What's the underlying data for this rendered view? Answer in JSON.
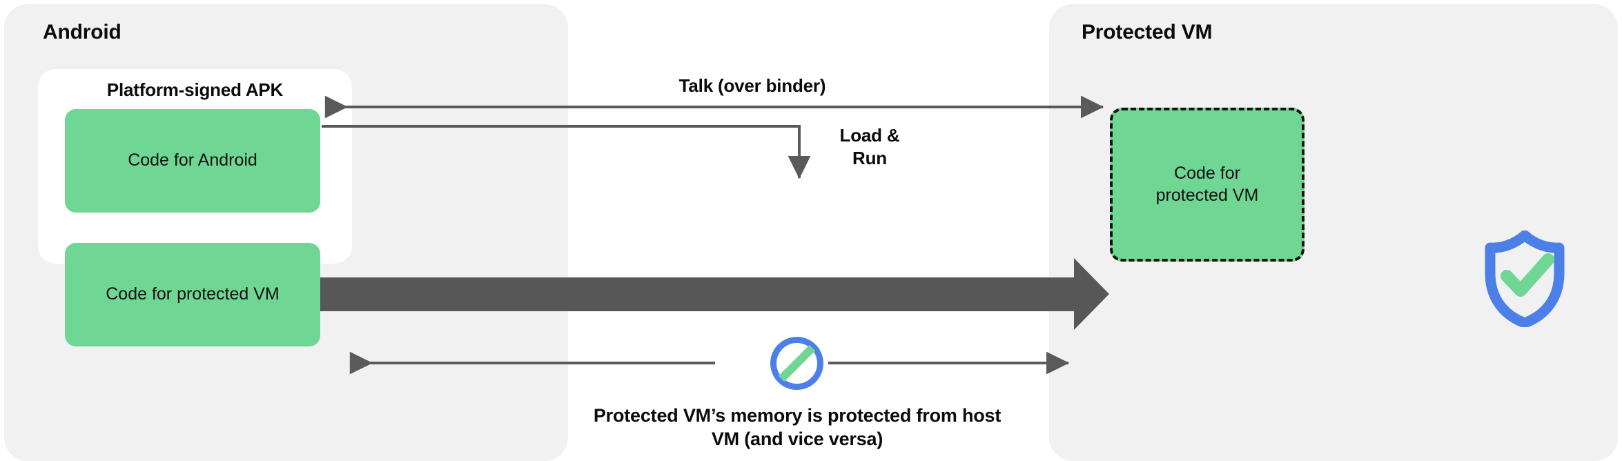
{
  "diagram": {
    "title_android": "Android",
    "title_protected_vm": "Protected VM",
    "apk_card_title": "Platform-signed APK",
    "boxes": {
      "code_for_android": "Code for Android",
      "code_for_protected_vm_host": "Code for protected VM",
      "code_for_protected_vm_guest": "Code for\nprotected VM"
    },
    "labels": {
      "talk": "Talk (over binder)",
      "load_run": "Load &\nRun",
      "memory_note": "Protected VM’s memory is protected from host VM (and vice versa)"
    },
    "icons": {
      "shield": "shield-check-icon",
      "no_entry": "no-entry-slash-icon"
    },
    "colors": {
      "panel_background": "#f1f1f1",
      "card_background": "#ffffff",
      "code_block_green": "#6FD694",
      "arrow_grey": "#5a5a5a",
      "thick_arrow_grey": "#575757",
      "shield_blue": "#4c7fe8",
      "check_green": "#6FD694",
      "text_black": "#0b0b0b",
      "dashed_border": "#111111"
    }
  }
}
